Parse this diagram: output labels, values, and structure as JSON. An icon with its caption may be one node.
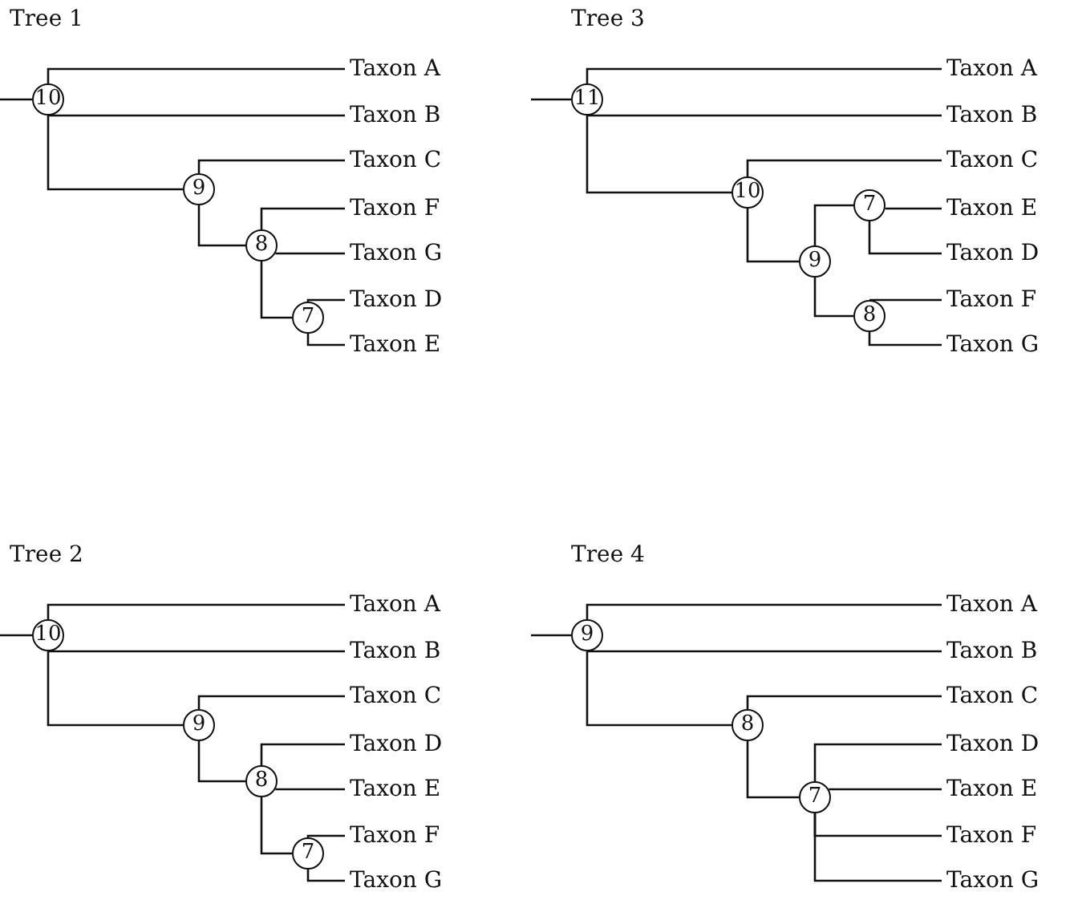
{
  "diagram": {
    "nodes": [
      {
        "text": [
          "10"
        ]
      },
      {
        "text": [
          "Taxon A"
        ]
      },
      {
        "text": [
          "Taxon B"
        ]
      },
      {
        "text": [
          "9"
        ]
      },
      {
        "text": [
          "Taxon C"
        ]
      },
      {
        "text": [
          "8"
        ]
      },
      {
        "text": [
          "Taxon F"
        ]
      },
      {
        "text": [
          "Taxon G"
        ]
      },
      {
        "text": [
          "7"
        ]
      },
      {
        "text": [
          "Taxon D"
        ]
      },
      {
        "text": [
          "Taxon E"
        ]
      },
      {
        "text": [
          "11"
        ]
      },
      {
        "text": [
          "Taxon A"
        ]
      },
      {
        "text": [
          "Taxon B"
        ]
      },
      {
        "text": [
          "10"
        ]
      },
      {
        "text": [
          "Taxon C"
        ]
      },
      {
        "text": [
          "9"
        ]
      },
      {
        "text": [
          "7"
        ]
      },
      {
        "text": [
          "Taxon E"
        ]
      },
      {
        "text": [
          "Taxon D"
        ]
      },
      {
        "text": [
          "8"
        ]
      },
      {
        "text": [
          "Taxon F"
        ]
      },
      {
        "text": [
          "Taxon G"
        ]
      },
      {
        "text": [
          "10"
        ]
      },
      {
        "text": [
          "Taxon A"
        ]
      },
      {
        "text": [
          "Taxon B"
        ]
      },
      {
        "text": [
          "9"
        ]
      },
      {
        "text": [
          "Taxon C"
        ]
      },
      {
        "text": [
          "8"
        ]
      },
      {
        "text": [
          "Taxon D"
        ]
      },
      {
        "text": [
          "Taxon E"
        ]
      },
      {
        "text": [
          "7"
        ]
      },
      {
        "text": [
          "Taxon F"
        ]
      },
      {
        "text": [
          "Taxon G"
        ]
      },
      {
        "text": [
          "9"
        ]
      },
      {
        "text": [
          "Taxon A"
        ]
      },
      {
        "text": [
          "Taxon B"
        ]
      },
      {
        "text": [
          "8"
        ]
      },
      {
        "text": [
          "Taxon C"
        ]
      },
      {
        "text": [
          "7"
        ]
      },
      {
        "text": [
          "Taxon D"
        ]
      },
      {
        "text": [
          "Taxon E"
        ]
      },
      {
        "text": [
          "Taxon F"
        ]
      },
      {
        "text": [
          "Taxon G"
        ]
      }
    ],
    "edges": [
      {
        "from": null,
        "to": 0,
        "arrow": "none"
      },
      {
        "from": 0,
        "to": 1,
        "arrow": "none"
      },
      {
        "from": 0,
        "to": 2,
        "arrow": "none"
      },
      {
        "from": 0,
        "to": 3,
        "arrow": "none"
      },
      {
        "from": 3,
        "to": 4,
        "arrow": "none"
      },
      {
        "from": 3,
        "to": 5,
        "arrow": "none"
      },
      {
        "from": 5,
        "to": 6,
        "arrow": "none"
      },
      {
        "from": 5,
        "to": 7,
        "arrow": "none"
      },
      {
        "from": 5,
        "to": 8,
        "arrow": "none"
      },
      {
        "from": 8,
        "to": 9,
        "arrow": "none"
      },
      {
        "from": 8,
        "to": 10,
        "arrow": "none"
      },
      {
        "from": null,
        "to": 11,
        "arrow": "none"
      },
      {
        "from": 11,
        "to": 12,
        "arrow": "none"
      },
      {
        "from": 11,
        "to": 13,
        "arrow": "none"
      },
      {
        "from": 11,
        "to": 14,
        "arrow": "none"
      },
      {
        "from": 14,
        "to": 15,
        "arrow": "none"
      },
      {
        "from": 14,
        "to": 16,
        "arrow": "none"
      },
      {
        "from": 16,
        "to": 17,
        "arrow": "none"
      },
      {
        "from": 16,
        "to": 20,
        "arrow": "none"
      },
      {
        "from": 17,
        "to": 18,
        "arrow": "none"
      },
      {
        "from": 17,
        "to": 19,
        "arrow": "none"
      },
      {
        "from": 20,
        "to": 21,
        "arrow": "none"
      },
      {
        "from": 20,
        "to": 22,
        "arrow": "none"
      },
      {
        "from": null,
        "to": 23,
        "arrow": "none"
      },
      {
        "from": 23,
        "to": 24,
        "arrow": "none"
      },
      {
        "from": 23,
        "to": 25,
        "arrow": "none"
      },
      {
        "from": 23,
        "to": 26,
        "arrow": "none"
      },
      {
        "from": 26,
        "to": 27,
        "arrow": "none"
      },
      {
        "from": 26,
        "to": 28,
        "arrow": "none"
      },
      {
        "from": 28,
        "to": 29,
        "arrow": "none"
      },
      {
        "from": 28,
        "to": 30,
        "arrow": "none"
      },
      {
        "from": 28,
        "to": 31,
        "arrow": "none"
      },
      {
        "from": 31,
        "to": 32,
        "arrow": "none"
      },
      {
        "from": 31,
        "to": 33,
        "arrow": "none"
      },
      {
        "from": null,
        "to": 34,
        "arrow": "none"
      },
      {
        "from": 34,
        "to": 35,
        "arrow": "none"
      },
      {
        "from": 34,
        "to": 36,
        "arrow": "none"
      },
      {
        "from": 34,
        "to": 37,
        "arrow": "none"
      },
      {
        "from": 37,
        "to": 38,
        "arrow": "none"
      },
      {
        "from": 37,
        "to": 39,
        "arrow": "none"
      },
      {
        "from": 39,
        "to": 40,
        "arrow": "none"
      },
      {
        "from": 39,
        "to": 41,
        "arrow": "none"
      },
      {
        "from": 39,
        "to": 42,
        "arrow": "none"
      },
      {
        "from": 39,
        "to": 43,
        "arrow": "none"
      }
    ],
    "labels": [
      "Tree 1",
      "Tree 3",
      "Tree 2",
      "Tree 4"
    ]
  }
}
